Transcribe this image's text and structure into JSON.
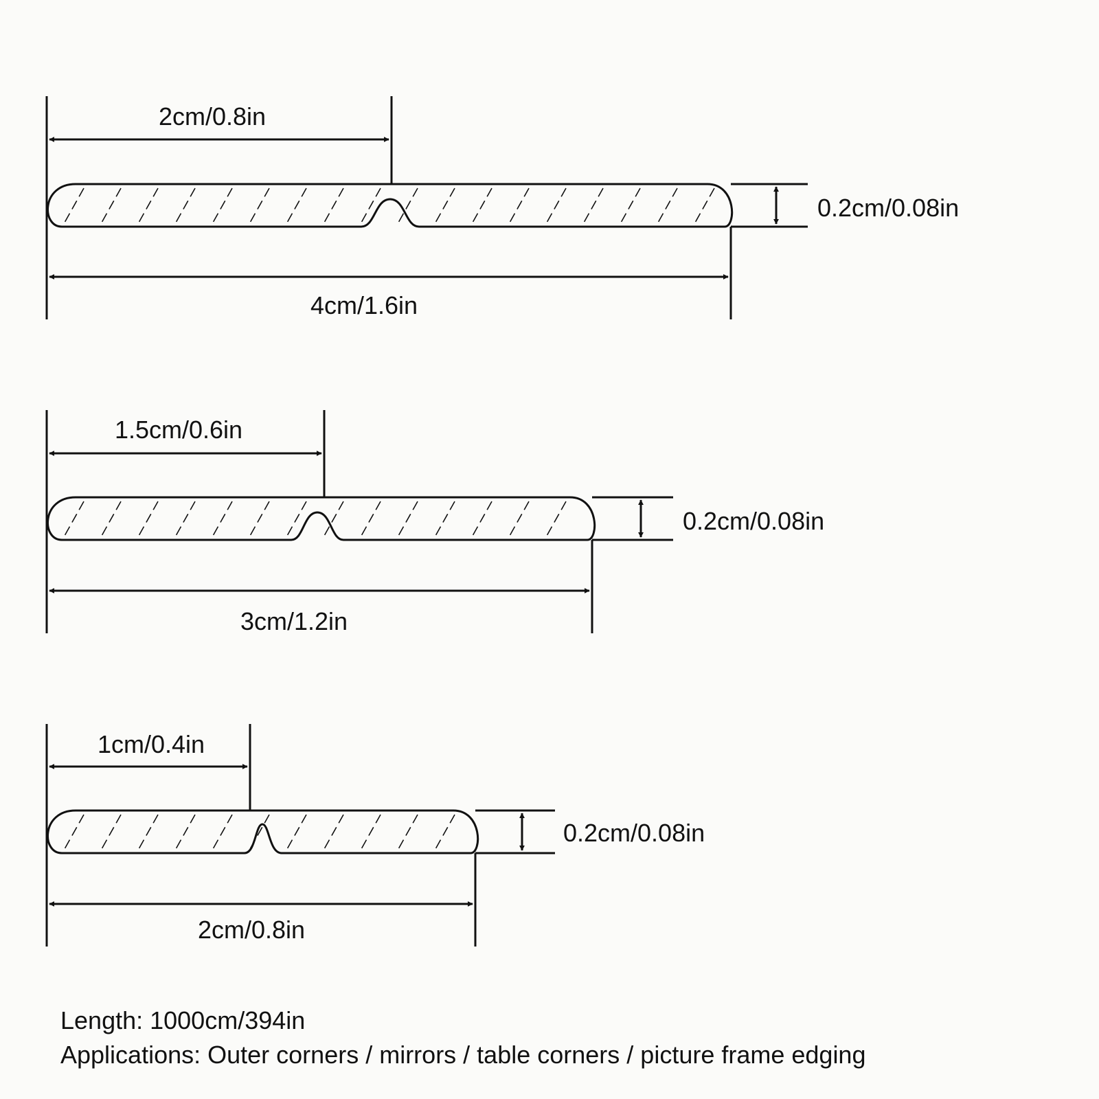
{
  "strips": [
    {
      "notch_label": "2cm/0.8in",
      "width_label": "4cm/1.6in",
      "thickness_label": "0.2cm/0.08in"
    },
    {
      "notch_label": "1.5cm/0.6in",
      "width_label": "3cm/1.2in",
      "thickness_label": "0.2cm/0.08in"
    },
    {
      "notch_label": "1cm/0.4in",
      "width_label": "2cm/0.8in",
      "thickness_label": "0.2cm/0.08in"
    }
  ],
  "notes": {
    "length": "Length: 1000cm/394in",
    "applications": "Applications: Outer corners / mirrors / table corners / picture frame edging"
  }
}
